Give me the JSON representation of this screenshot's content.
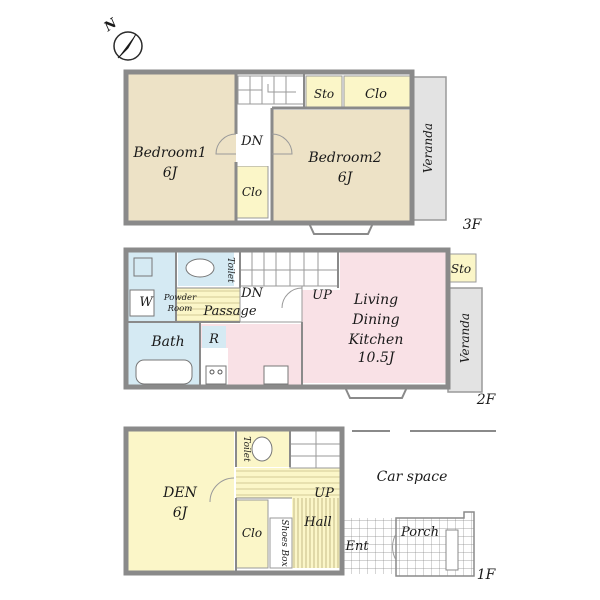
{
  "compass": {
    "north_label": "N"
  },
  "floors": {
    "f3": {
      "floor_label": "3F",
      "bedroom1": {
        "name": "Bedroom1",
        "size": "6J"
      },
      "bedroom2": {
        "name": "Bedroom2",
        "size": "6J"
      },
      "stairs_dn": "DN",
      "storage": "Sto",
      "closet_top": "Clo",
      "closet_mid": "Clo",
      "veranda": "Veranda"
    },
    "f2": {
      "floor_label": "2F",
      "toilet": "Toilet",
      "washer": "W",
      "powder_room": [
        "Powder",
        "Room"
      ],
      "stairs_dn": "DN",
      "stairs_up": "UP",
      "passage": "Passage",
      "bath": "Bath",
      "refrigerator": "R",
      "ldk": {
        "name_lines": [
          "Living",
          "Dining",
          "Kitchen"
        ],
        "size": "10.5J"
      },
      "storage": "Sto",
      "veranda": "Veranda"
    },
    "f1": {
      "floor_label": "1F",
      "toilet": "Toilet",
      "den": {
        "name": "DEN",
        "size": "6J"
      },
      "closet": "Clo",
      "shoes_box": "Shoes Box",
      "hall": "Hall",
      "stairs_up": "UP",
      "entrance": "Ent",
      "porch": "Porch",
      "car_space": "Car space"
    }
  },
  "colors": {
    "bedroom": "#ede2c6",
    "yellow_room": "#fbf6c8",
    "wet_area": "#d5eaf3",
    "ldk": "#f9e1e6",
    "veranda": "#e3e3e3",
    "wall": "#8a8a8a",
    "ent_tile": "#ffffff"
  }
}
